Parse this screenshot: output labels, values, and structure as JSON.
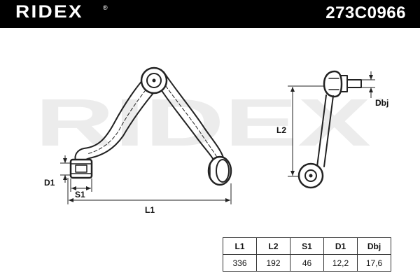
{
  "header": {
    "brand": "RIDEX",
    "brand_mark": "®",
    "part_number": "273C0966"
  },
  "watermark": {
    "text": "RIDEX",
    "mark": "®",
    "color": "#ececec"
  },
  "dimension_labels": {
    "d1": "D1",
    "s1": "S1",
    "l1": "L1",
    "l2": "L2",
    "dbj": "Dbj"
  },
  "spec_table": {
    "headers": [
      "L1",
      "L2",
      "S1",
      "D1",
      "Dbj"
    ],
    "values": [
      "336",
      "192",
      "46",
      "12,2",
      "17,6"
    ]
  },
  "colors": {
    "header_background": "#000000",
    "header_text": "#ffffff",
    "line": "#222222"
  }
}
